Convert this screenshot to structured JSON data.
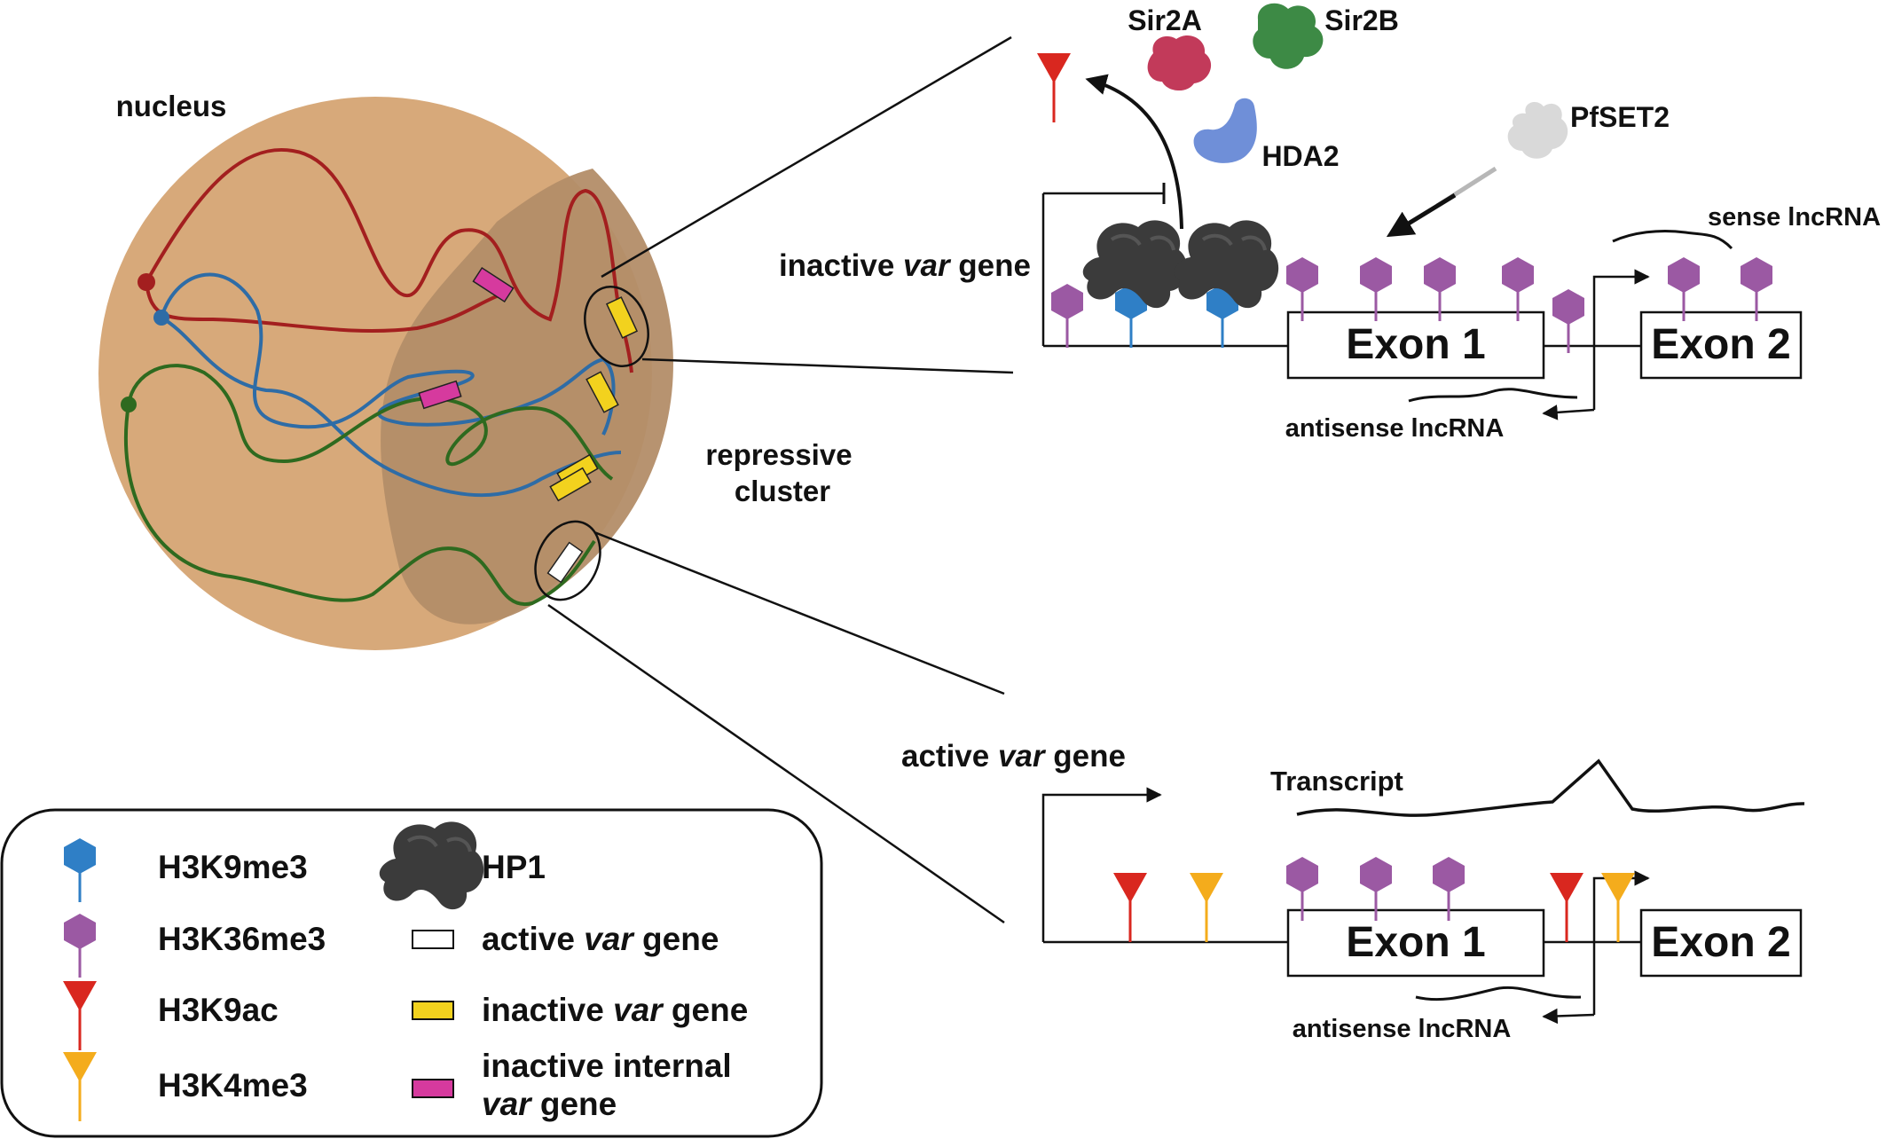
{
  "nucleus": {
    "label": "nucleus",
    "cluster_label_line1": "repressive",
    "cluster_label_line2": "cluster",
    "colors": {
      "nucleus": "#d7a97a",
      "cluster": "#b38d68"
    }
  },
  "inactive_panel": {
    "title_pre": "inactive ",
    "title_italic": "var",
    "title_post": " gene",
    "exon1": "Exon 1",
    "exon2": "Exon 2",
    "sense_lncrna": "sense lncRNA",
    "antisense_lncrna": "antisense lncRNA",
    "proteins": {
      "sir2a": "Sir2A",
      "sir2b": "Sir2B",
      "hda2": "HDA2",
      "pfset2": "PfSET2"
    }
  },
  "active_panel": {
    "title_pre": "active ",
    "title_italic": "var",
    "title_post": " gene",
    "transcript": "Transcript",
    "exon1": "Exon 1",
    "exon2": "Exon 2",
    "antisense_lncrna": "antisense lncRNA"
  },
  "legend": {
    "h3k9me3": "H3K9me3",
    "h3k36me3": "H3K36me3",
    "h3k9ac": "H3K9ac",
    "h3k4me3": "H3K4me3",
    "hp1": "HP1",
    "active_pre": "active ",
    "active_italic": "var",
    "active_post": " gene",
    "inactive_pre": "inactive ",
    "inactive_italic": "var",
    "inactive_post": " gene",
    "internal_line1": "inactive internal",
    "internal_italic": "var",
    "internal_post": " gene"
  },
  "colors": {
    "h3k9me3": "#2f7fc6",
    "h3k36me3": "#9b59a3",
    "h3k9ac": "#d9271f",
    "h3k4me3": "#f4ac1c",
    "hp1": "#3b3b3b",
    "chr_red": "#a31f1f",
    "chr_blue": "#2e6ca6",
    "chr_green": "#2e6a1f",
    "gene_inactive": "#f2d21e",
    "gene_internal": "#d63a9e",
    "sir2a": "#c23a5a",
    "sir2b": "#3d8a45",
    "hda2": "#6f8fd8",
    "pfset2": "#d9d9d9"
  }
}
